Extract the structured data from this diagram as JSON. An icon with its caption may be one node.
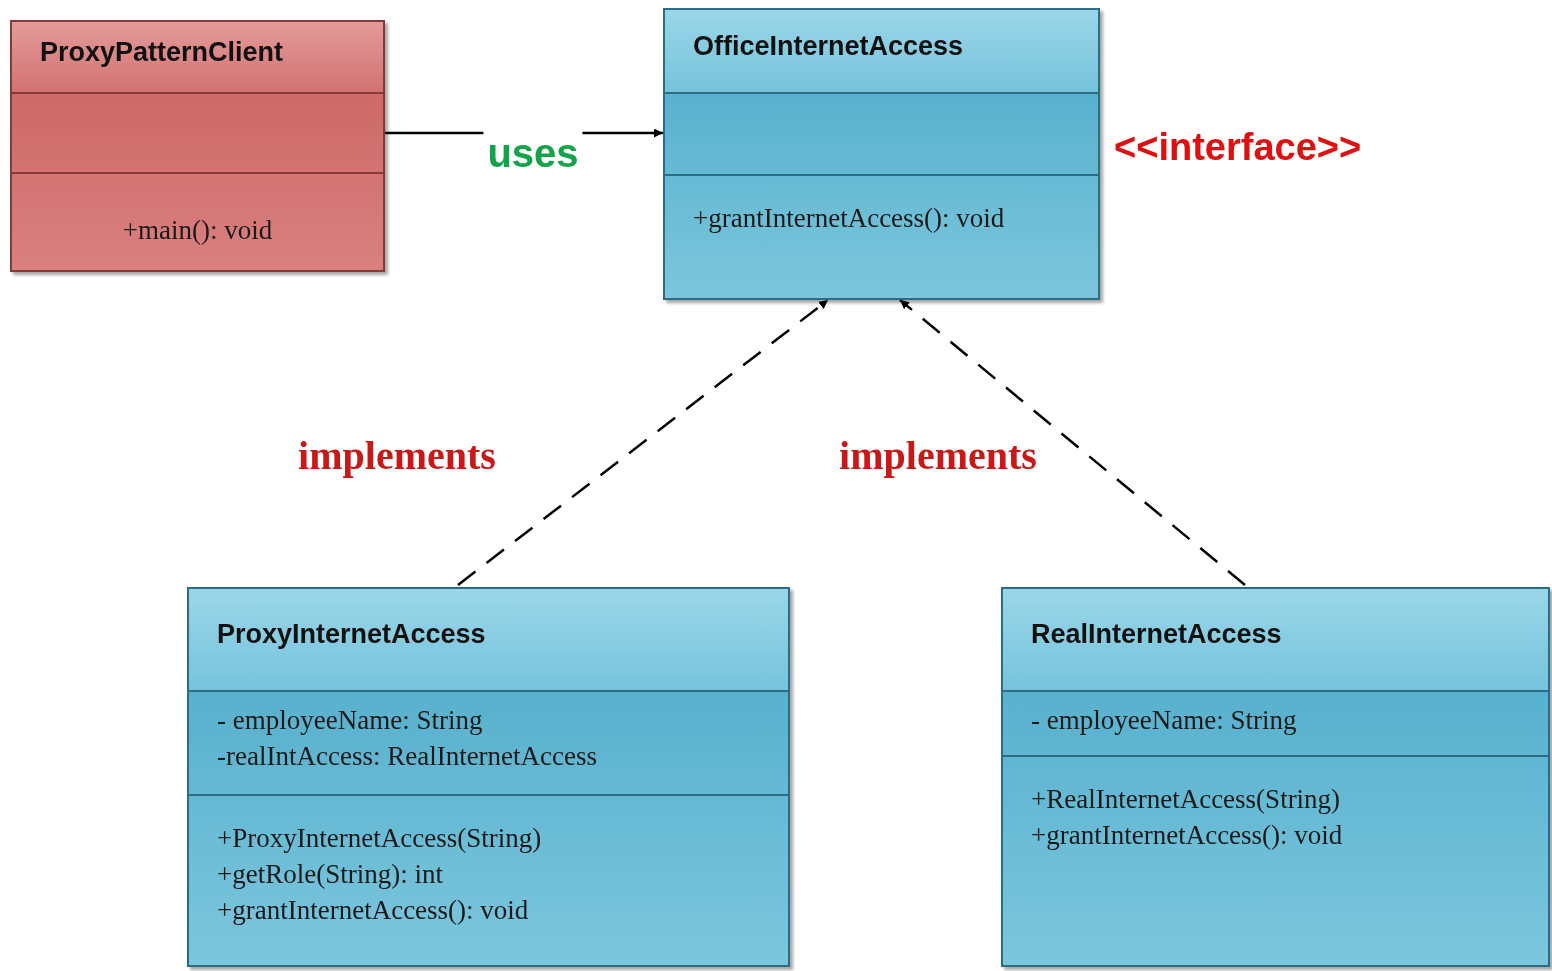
{
  "diagram": {
    "nodes": [
      {
        "text": [
          "ProxyPatternClient",
          "+main(): void"
        ]
      },
      {
        "text": [
          "OfficeInternetAccess",
          "+grantInternetAccess(): void"
        ],
        "beside": [
          "<<interface>>"
        ]
      },
      {
        "text": [
          "ProxyInternetAccess",
          "- employeeName: String",
          "-realIntAccess: RealInternetAccess",
          "+ProxyInternetAccess(String)",
          "+getRole(String): int",
          "+grantInternetAccess(): void"
        ]
      },
      {
        "text": [
          "RealInternetAccess",
          "- employeeName: String",
          "+RealInternetAccess(String)",
          "+grantInternetAccess(): void"
        ]
      }
    ],
    "edges": [
      {
        "from": 0,
        "to": 1,
        "arrow": "to",
        "label": "uses"
      },
      {
        "from": 2,
        "to": 1,
        "arrow": "to",
        "label": "implements",
        "style": "dashed"
      },
      {
        "from": 3,
        "to": 1,
        "arrow": "to",
        "label": "implements",
        "style": "dashed"
      }
    ]
  }
}
